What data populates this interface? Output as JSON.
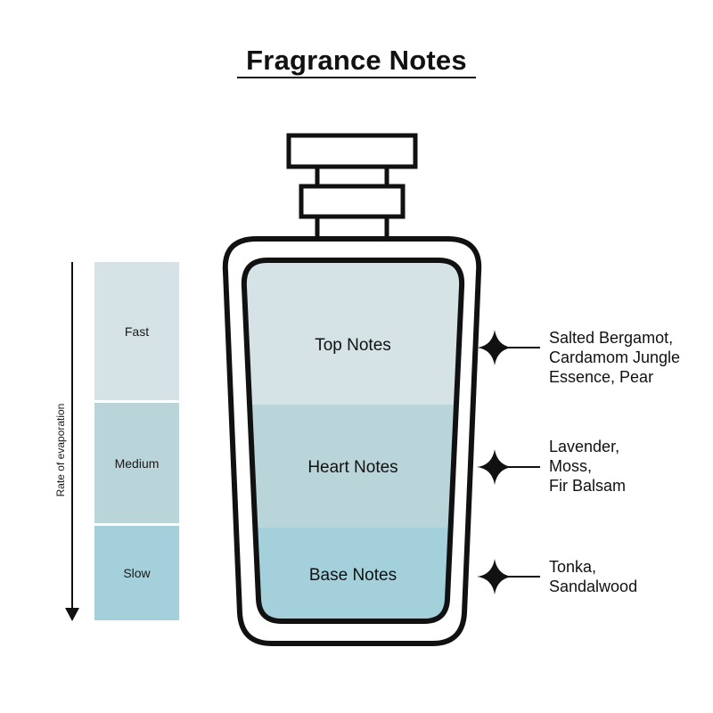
{
  "title": "Fragrance Notes",
  "evaporation": {
    "axis_label": "Rate of evaporation",
    "levels": [
      "Fast",
      "Medium",
      "Slow"
    ]
  },
  "layers": [
    {
      "label": "Top Notes",
      "ingredients": [
        "Salted Bergamot,",
        "Cardamom Jungle",
        "Essence, Pear"
      ]
    },
    {
      "label": "Heart Notes",
      "ingredients": [
        "Lavender,",
        "Moss,",
        "Fir Balsam"
      ]
    },
    {
      "label": "Base Notes",
      "ingredients": [
        "Tonka,",
        "Sandalwood"
      ]
    }
  ],
  "colors": {
    "fast": "#d6e3e6",
    "medium": "#bad5da",
    "slow": "#a3d0da",
    "outline": "#111111"
  }
}
